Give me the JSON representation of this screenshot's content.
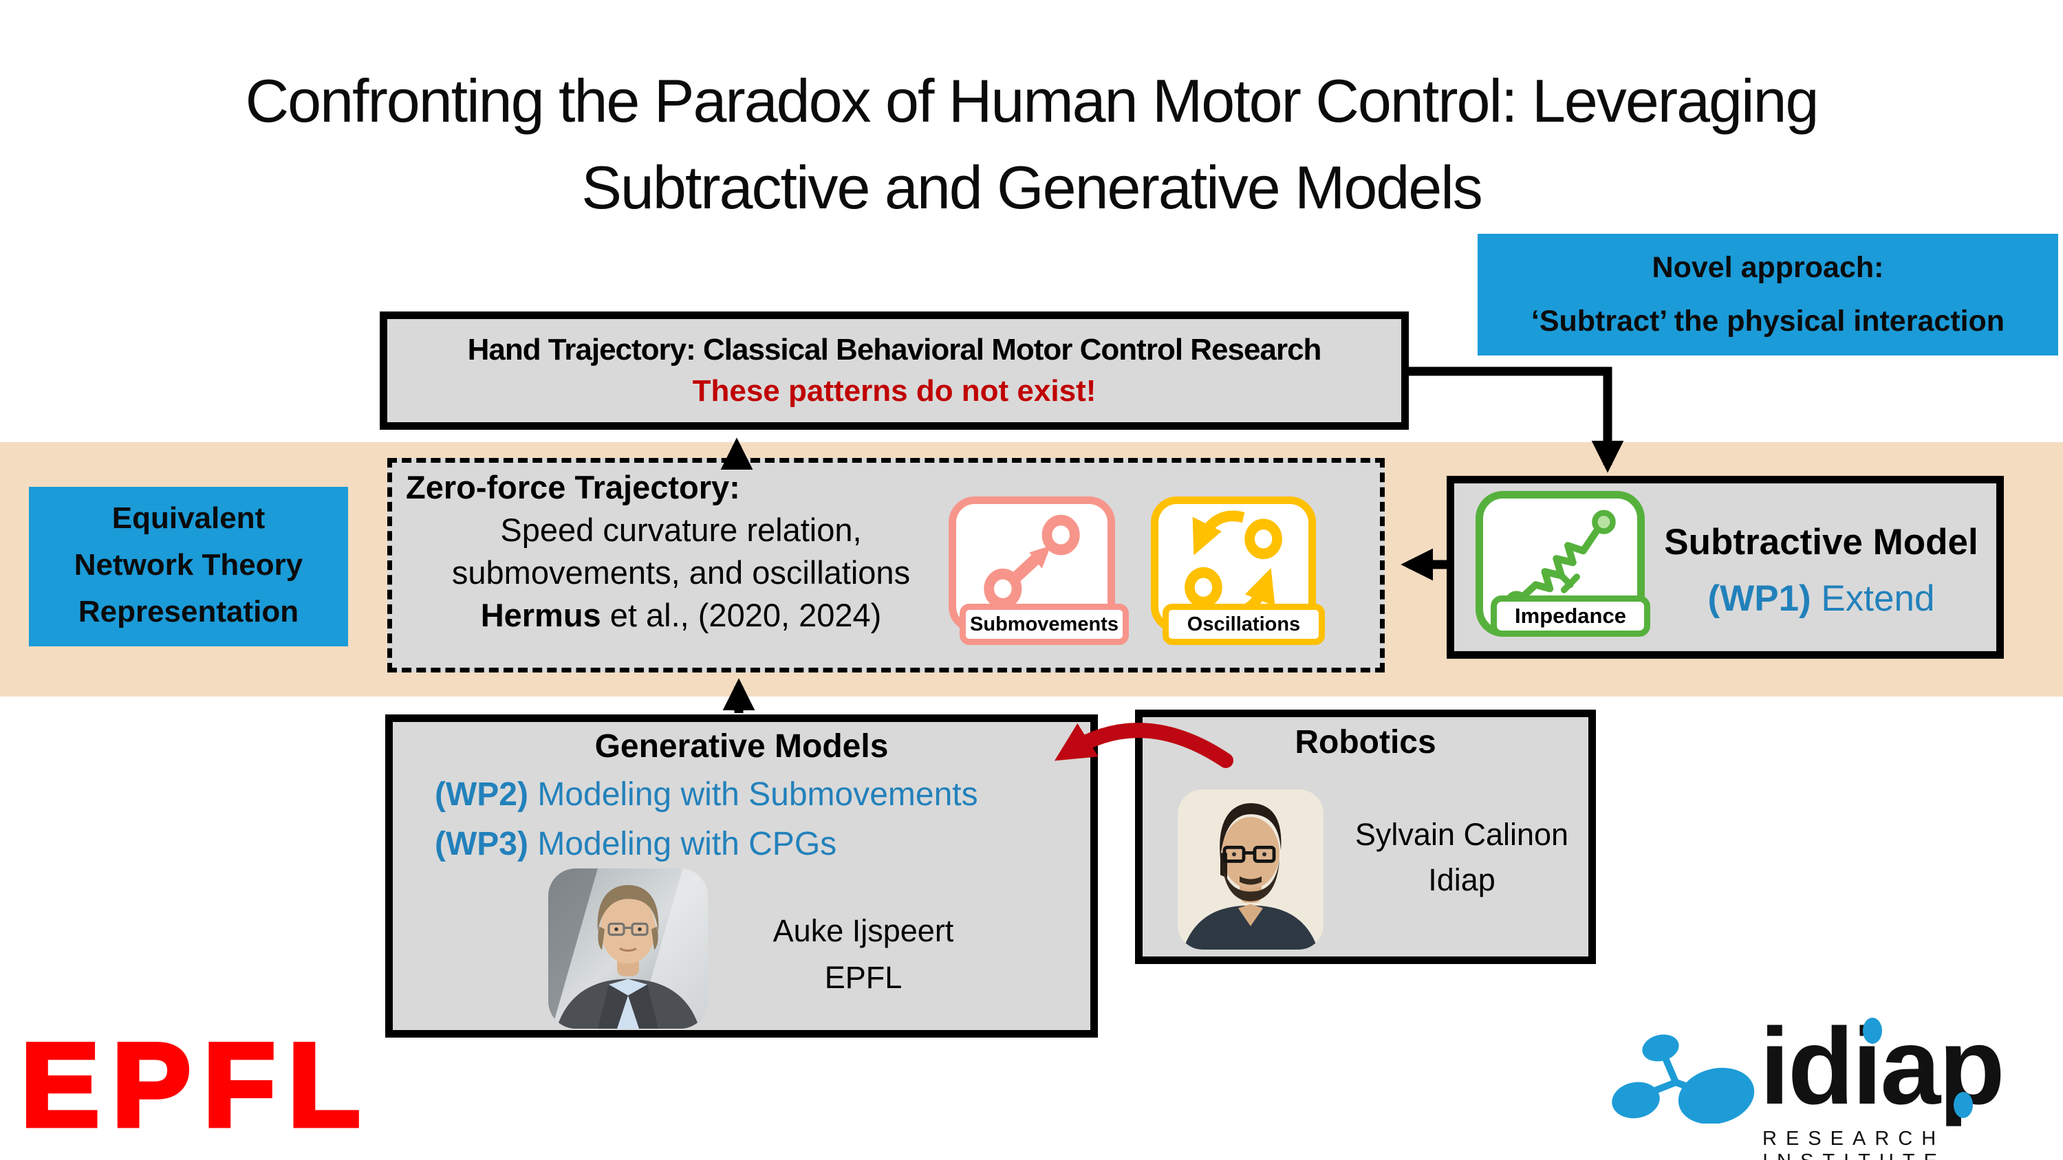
{
  "title": {
    "line1": "Confronting the Paradox of Human Motor Control: Leveraging",
    "line2": "Subtractive and Generative Models"
  },
  "novel_approach": {
    "line1": "Novel approach:",
    "line2": "‘Subtract’ the physical interaction"
  },
  "hand_trajectory": {
    "title": "Hand Trajectory: Classical Behavioral Motor Control Research",
    "warning": "These patterns do not exist!"
  },
  "equivalent_network": {
    "line1": "Equivalent",
    "line2": "Network Theory",
    "line3": "Representation"
  },
  "zero_force": {
    "title": "Zero-force Trajectory:",
    "line2": "Speed curvature relation,",
    "line3": "submovements, and oscillations",
    "citation_name": "Hermus",
    "citation_rest": " et al., (2020, 2024)"
  },
  "icon_labels": {
    "submovements": "Submovements",
    "oscillations": "Oscillations",
    "impedance": "Impedance"
  },
  "subtractive_model": {
    "title": "Subtractive Model",
    "wp_tag": "(WP1)",
    "wp_text": " Extend"
  },
  "generative_models": {
    "title": "Generative Models",
    "wp2_tag": "(WP2)",
    "wp2_text": " Modeling with Submovements",
    "wp3_tag": "(WP3)",
    "wp3_text": " Modeling with CPGs",
    "person_name": "Auke Ijspeert",
    "person_affiliation": "EPFL"
  },
  "robotics": {
    "title": "Robotics",
    "person_name": "Sylvain Calinon",
    "person_affiliation": "Idiap"
  },
  "footer": {
    "epfl_logo_text": "EPFL",
    "idiap_logo_text": "idiap",
    "idiap_logo_subtext": "RESEARCH INSTITUTE"
  },
  "colors": {
    "accent_blue": "#1B9BD8",
    "band_tan": "#F4DCC1",
    "box_gray": "#D9D9D9",
    "warning_red": "#C00000",
    "arrow_red": "#BE0712",
    "wp_blue": "#2281BB",
    "submovements_pink": "#F7958B",
    "oscillations_yellow": "#FFC000",
    "impedance_green": "#56B13C",
    "epfl_red": "#FF0000",
    "idiap_blue": "#1E9CD7"
  }
}
